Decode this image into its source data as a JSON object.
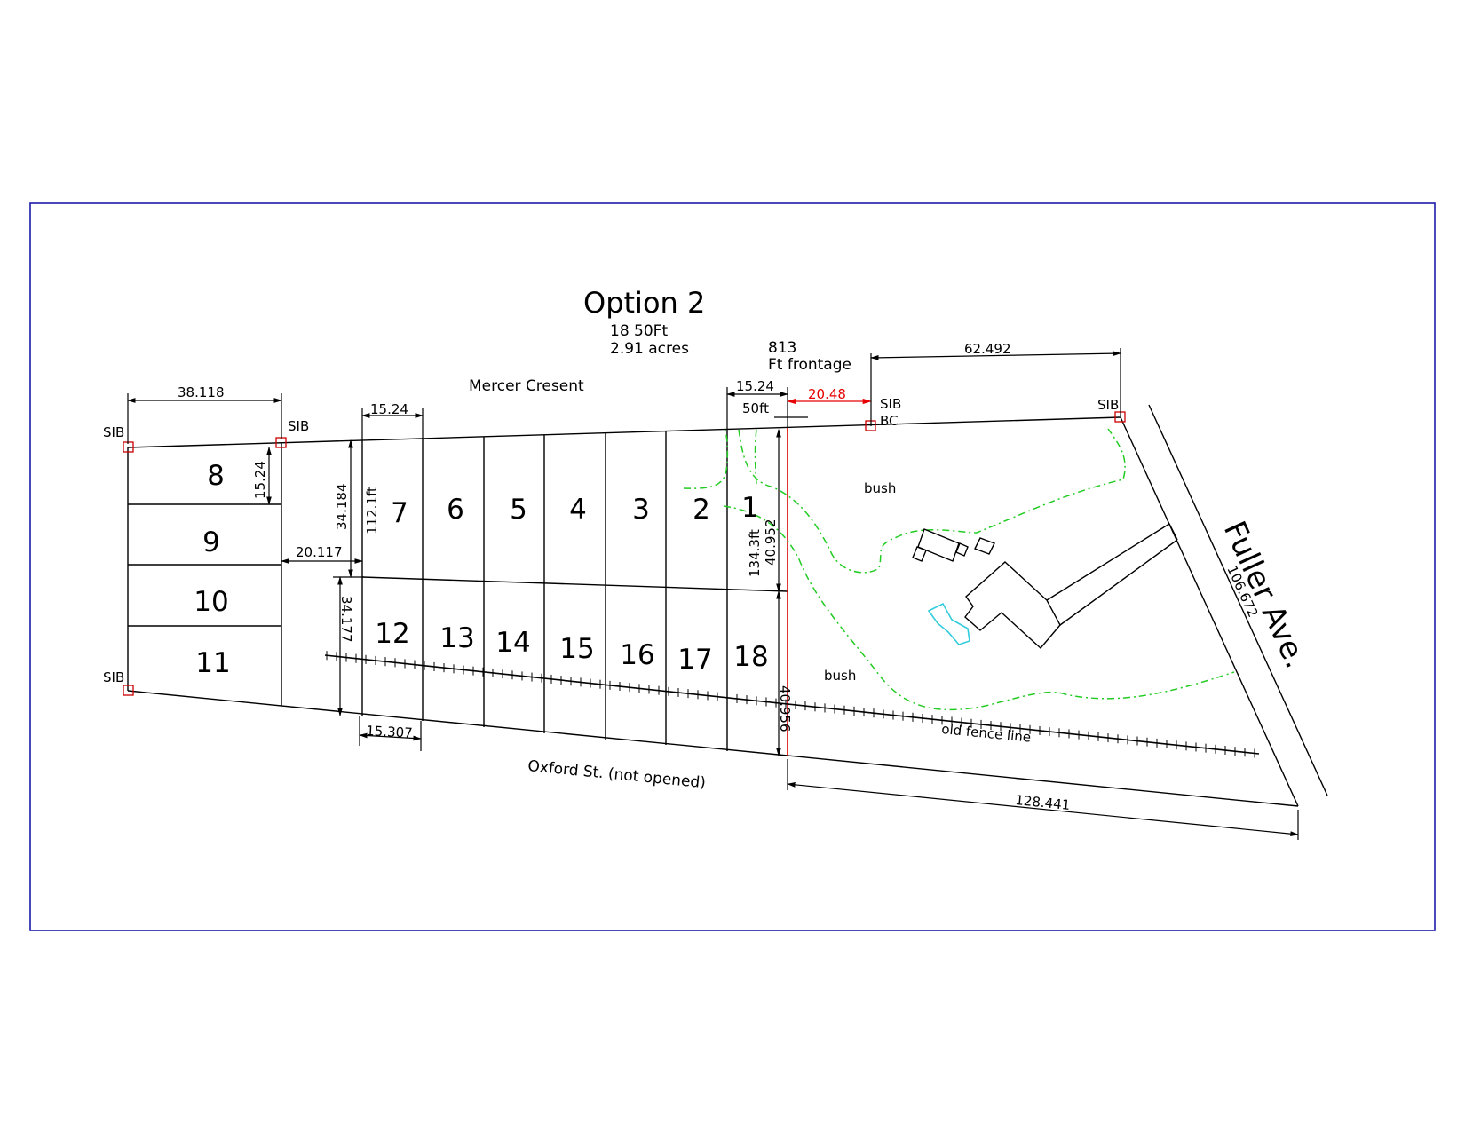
{
  "title": "Option 2",
  "summary": {
    "lots_line": "18 50Ft",
    "acres_line": "2.91 acres"
  },
  "frontage": {
    "value": "813",
    "label": "Ft frontage"
  },
  "streets": {
    "north": "Mercer Cresent",
    "south": "Oxford St. (not opened)",
    "east": "Fuller Ave."
  },
  "monuments": {
    "sib": "SIB",
    "bc": "BC"
  },
  "lots": [
    "1",
    "2",
    "3",
    "4",
    "5",
    "6",
    "7",
    "8",
    "9",
    "10",
    "11",
    "12",
    "13",
    "14",
    "15",
    "16",
    "17",
    "18"
  ],
  "dimensions": {
    "west_top": "38.118",
    "lot8_depth": "15.24",
    "lot7_frontage": "15.24",
    "lot1_frontage": "15.24",
    "lot1_note": "50ft",
    "red_dim": "20.48",
    "east_top": "62.492",
    "row_depth_upper": "34.184",
    "upper_ft": "112.1ft",
    "west_gap": "20.117",
    "row_depth_lower": "34.177",
    "lot12_width": "15.307",
    "lot1_ft": "134.3ft",
    "lot1_depth": "40.952",
    "lot18_depth": "40.956",
    "south_east": "128.441",
    "fuller": "106.672"
  },
  "features": {
    "bush": "bush",
    "fence": "old fence line"
  },
  "colors": {
    "border": "#1c1ca8",
    "bush": "#22cc22",
    "marker": "#cc0000",
    "pool": "#33ccdd",
    "red_dim": "#e60000"
  }
}
